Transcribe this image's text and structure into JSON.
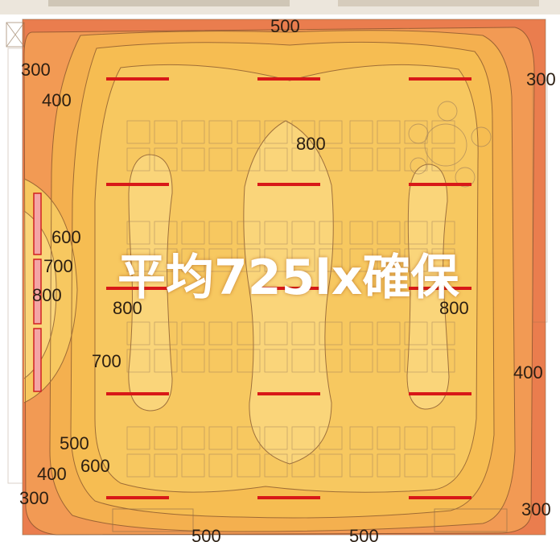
{
  "headline": "平均725lx確保",
  "colors": {
    "zone_300": "#ea7d4e",
    "zone_400": "#f29a54",
    "zone_500": "#f4b04f",
    "zone_600": "#f6bd52",
    "zone_700": "#f7c860",
    "zone_800": "#fad57a",
    "luminaire": "#d81818",
    "wall_fixture_border": "#d02020",
    "wall_fixture_fill": "#f4a5a5"
  },
  "isolux_labels": [
    {
      "id": "top-500",
      "text": "500"
    },
    {
      "id": "tl-300",
      "text": "300"
    },
    {
      "id": "tl-400",
      "text": "400"
    },
    {
      "id": "tr-300",
      "text": "300"
    },
    {
      "id": "center-800",
      "text": "800"
    },
    {
      "id": "left-600",
      "text": "600"
    },
    {
      "id": "left-700",
      "text": "700"
    },
    {
      "id": "left-800",
      "text": "800"
    },
    {
      "id": "lc-800",
      "text": "800"
    },
    {
      "id": "lc-700",
      "text": "700"
    },
    {
      "id": "rc-800",
      "text": "800"
    },
    {
      "id": "right-400",
      "text": "400"
    },
    {
      "id": "bl-500",
      "text": "500"
    },
    {
      "id": "bl-600",
      "text": "600"
    },
    {
      "id": "bl-400",
      "text": "400"
    },
    {
      "id": "bl-300",
      "text": "300"
    },
    {
      "id": "bottom-500-a",
      "text": "500"
    },
    {
      "id": "bottom-500-b",
      "text": "500"
    },
    {
      "id": "br-300",
      "text": "300"
    }
  ],
  "luminaire_grid": {
    "rows": 5,
    "cols": 3
  }
}
